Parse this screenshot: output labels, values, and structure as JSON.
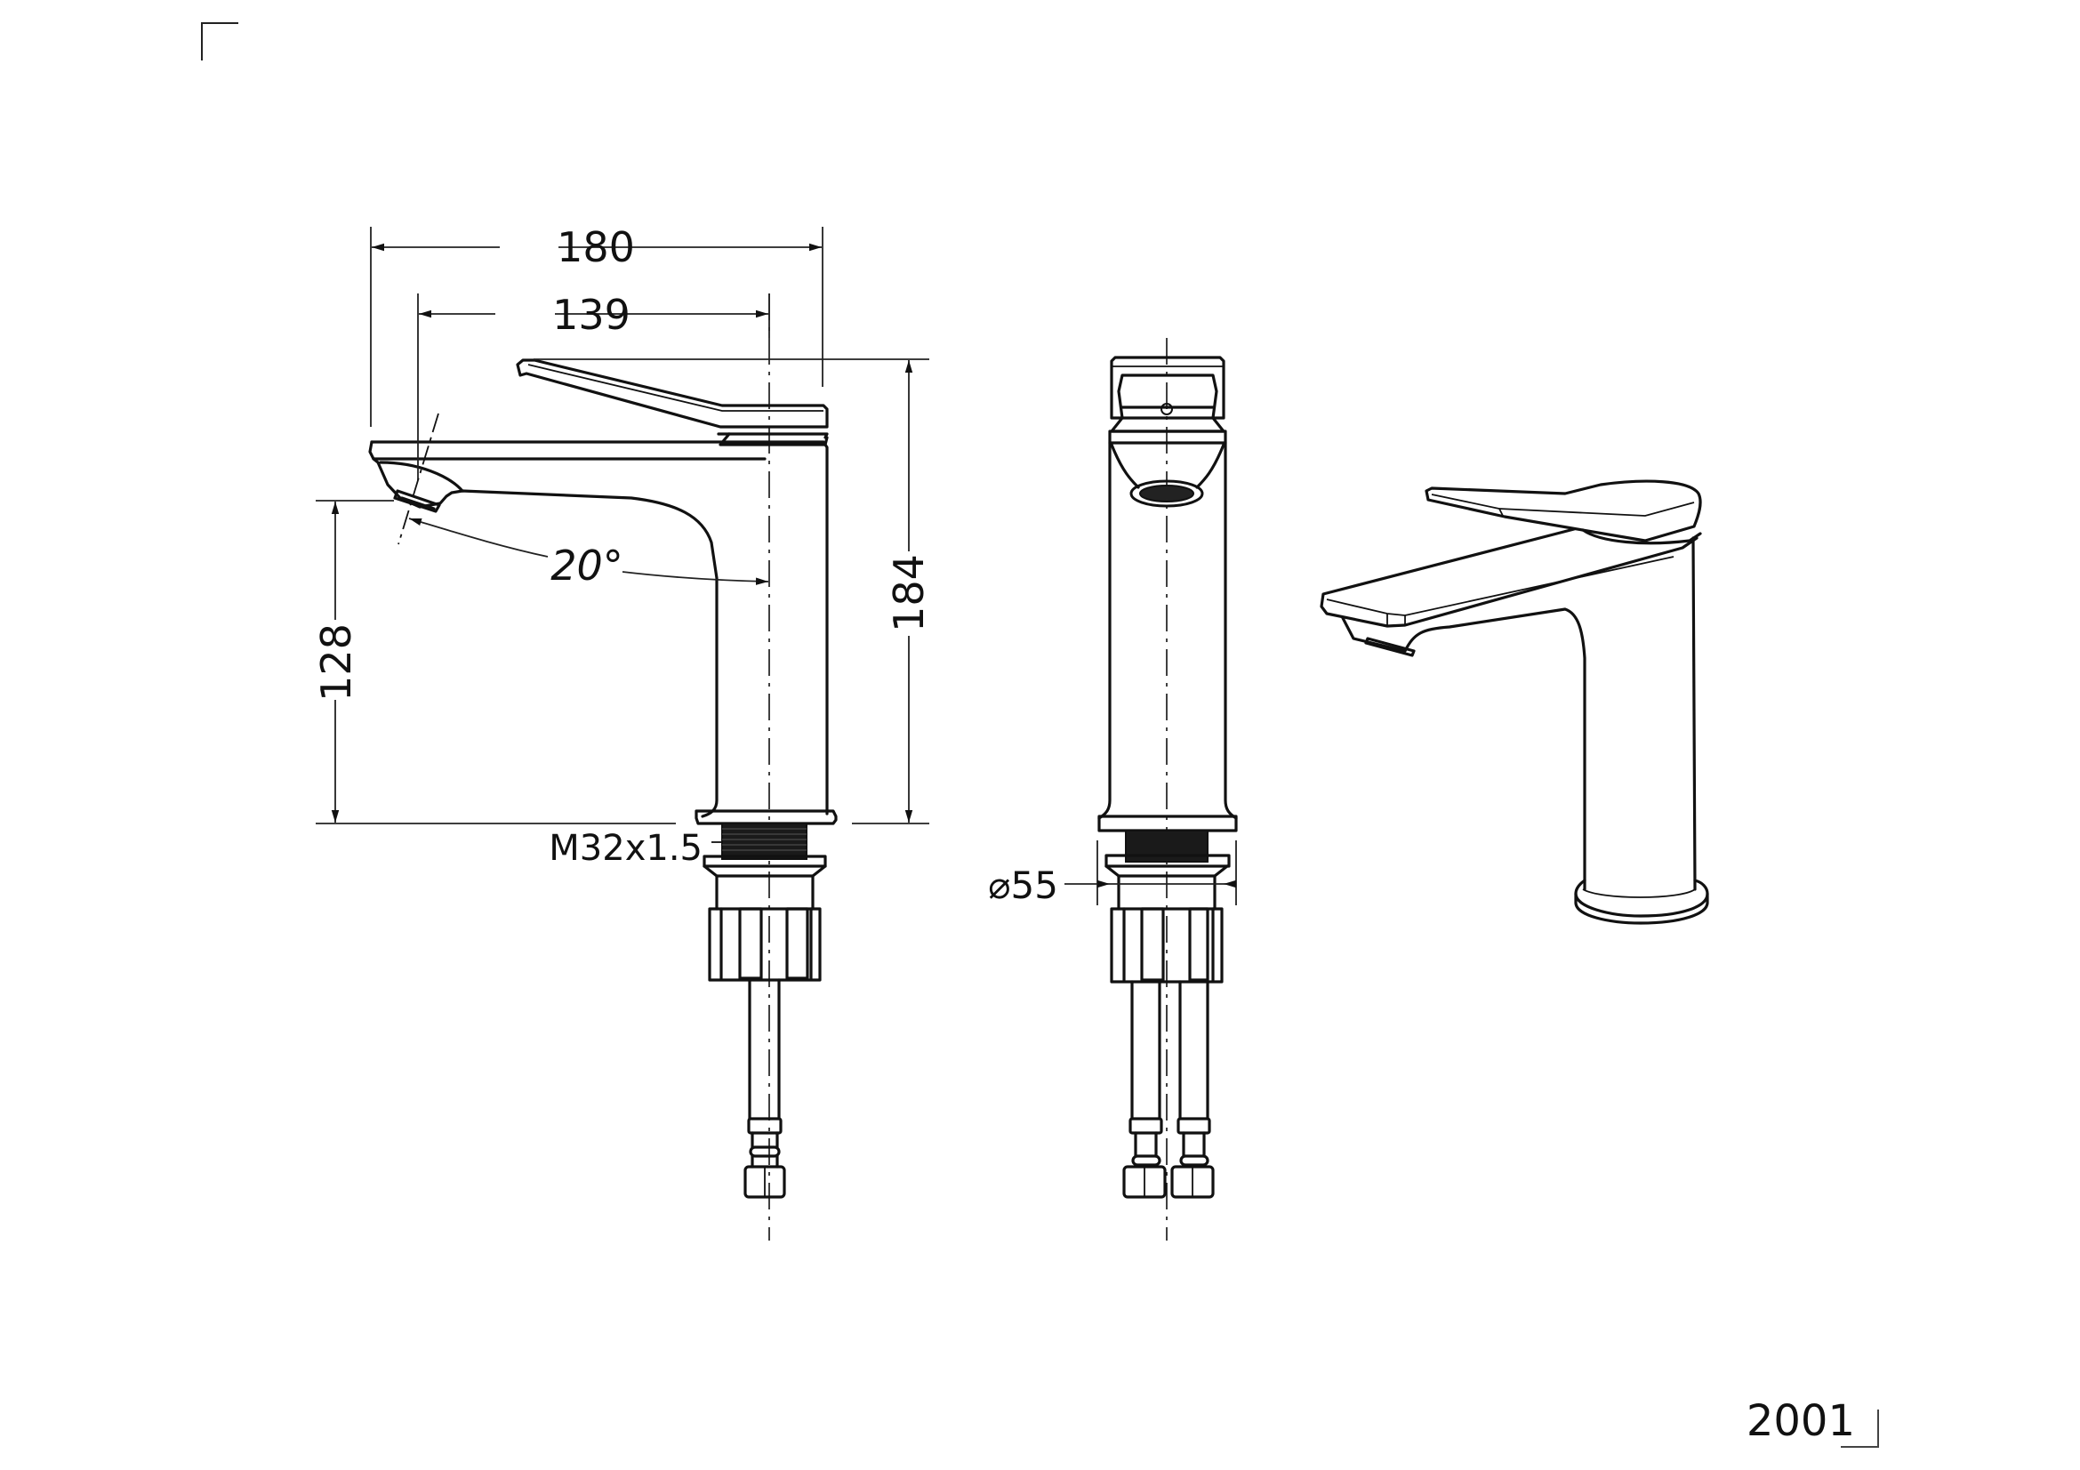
{
  "drawing": {
    "title_number": "2001",
    "views": [
      "side-elevation",
      "front-elevation",
      "isometric-view"
    ]
  },
  "dimensions": {
    "overall_length": "180",
    "spout_reach": "139",
    "overall_height": "184",
    "spout_height": "128",
    "spout_angle": "20°",
    "thread": "M32x1.5",
    "base_diameter": "⌀55"
  },
  "colors": {
    "line": "#111111",
    "background": "#ffffff"
  }
}
